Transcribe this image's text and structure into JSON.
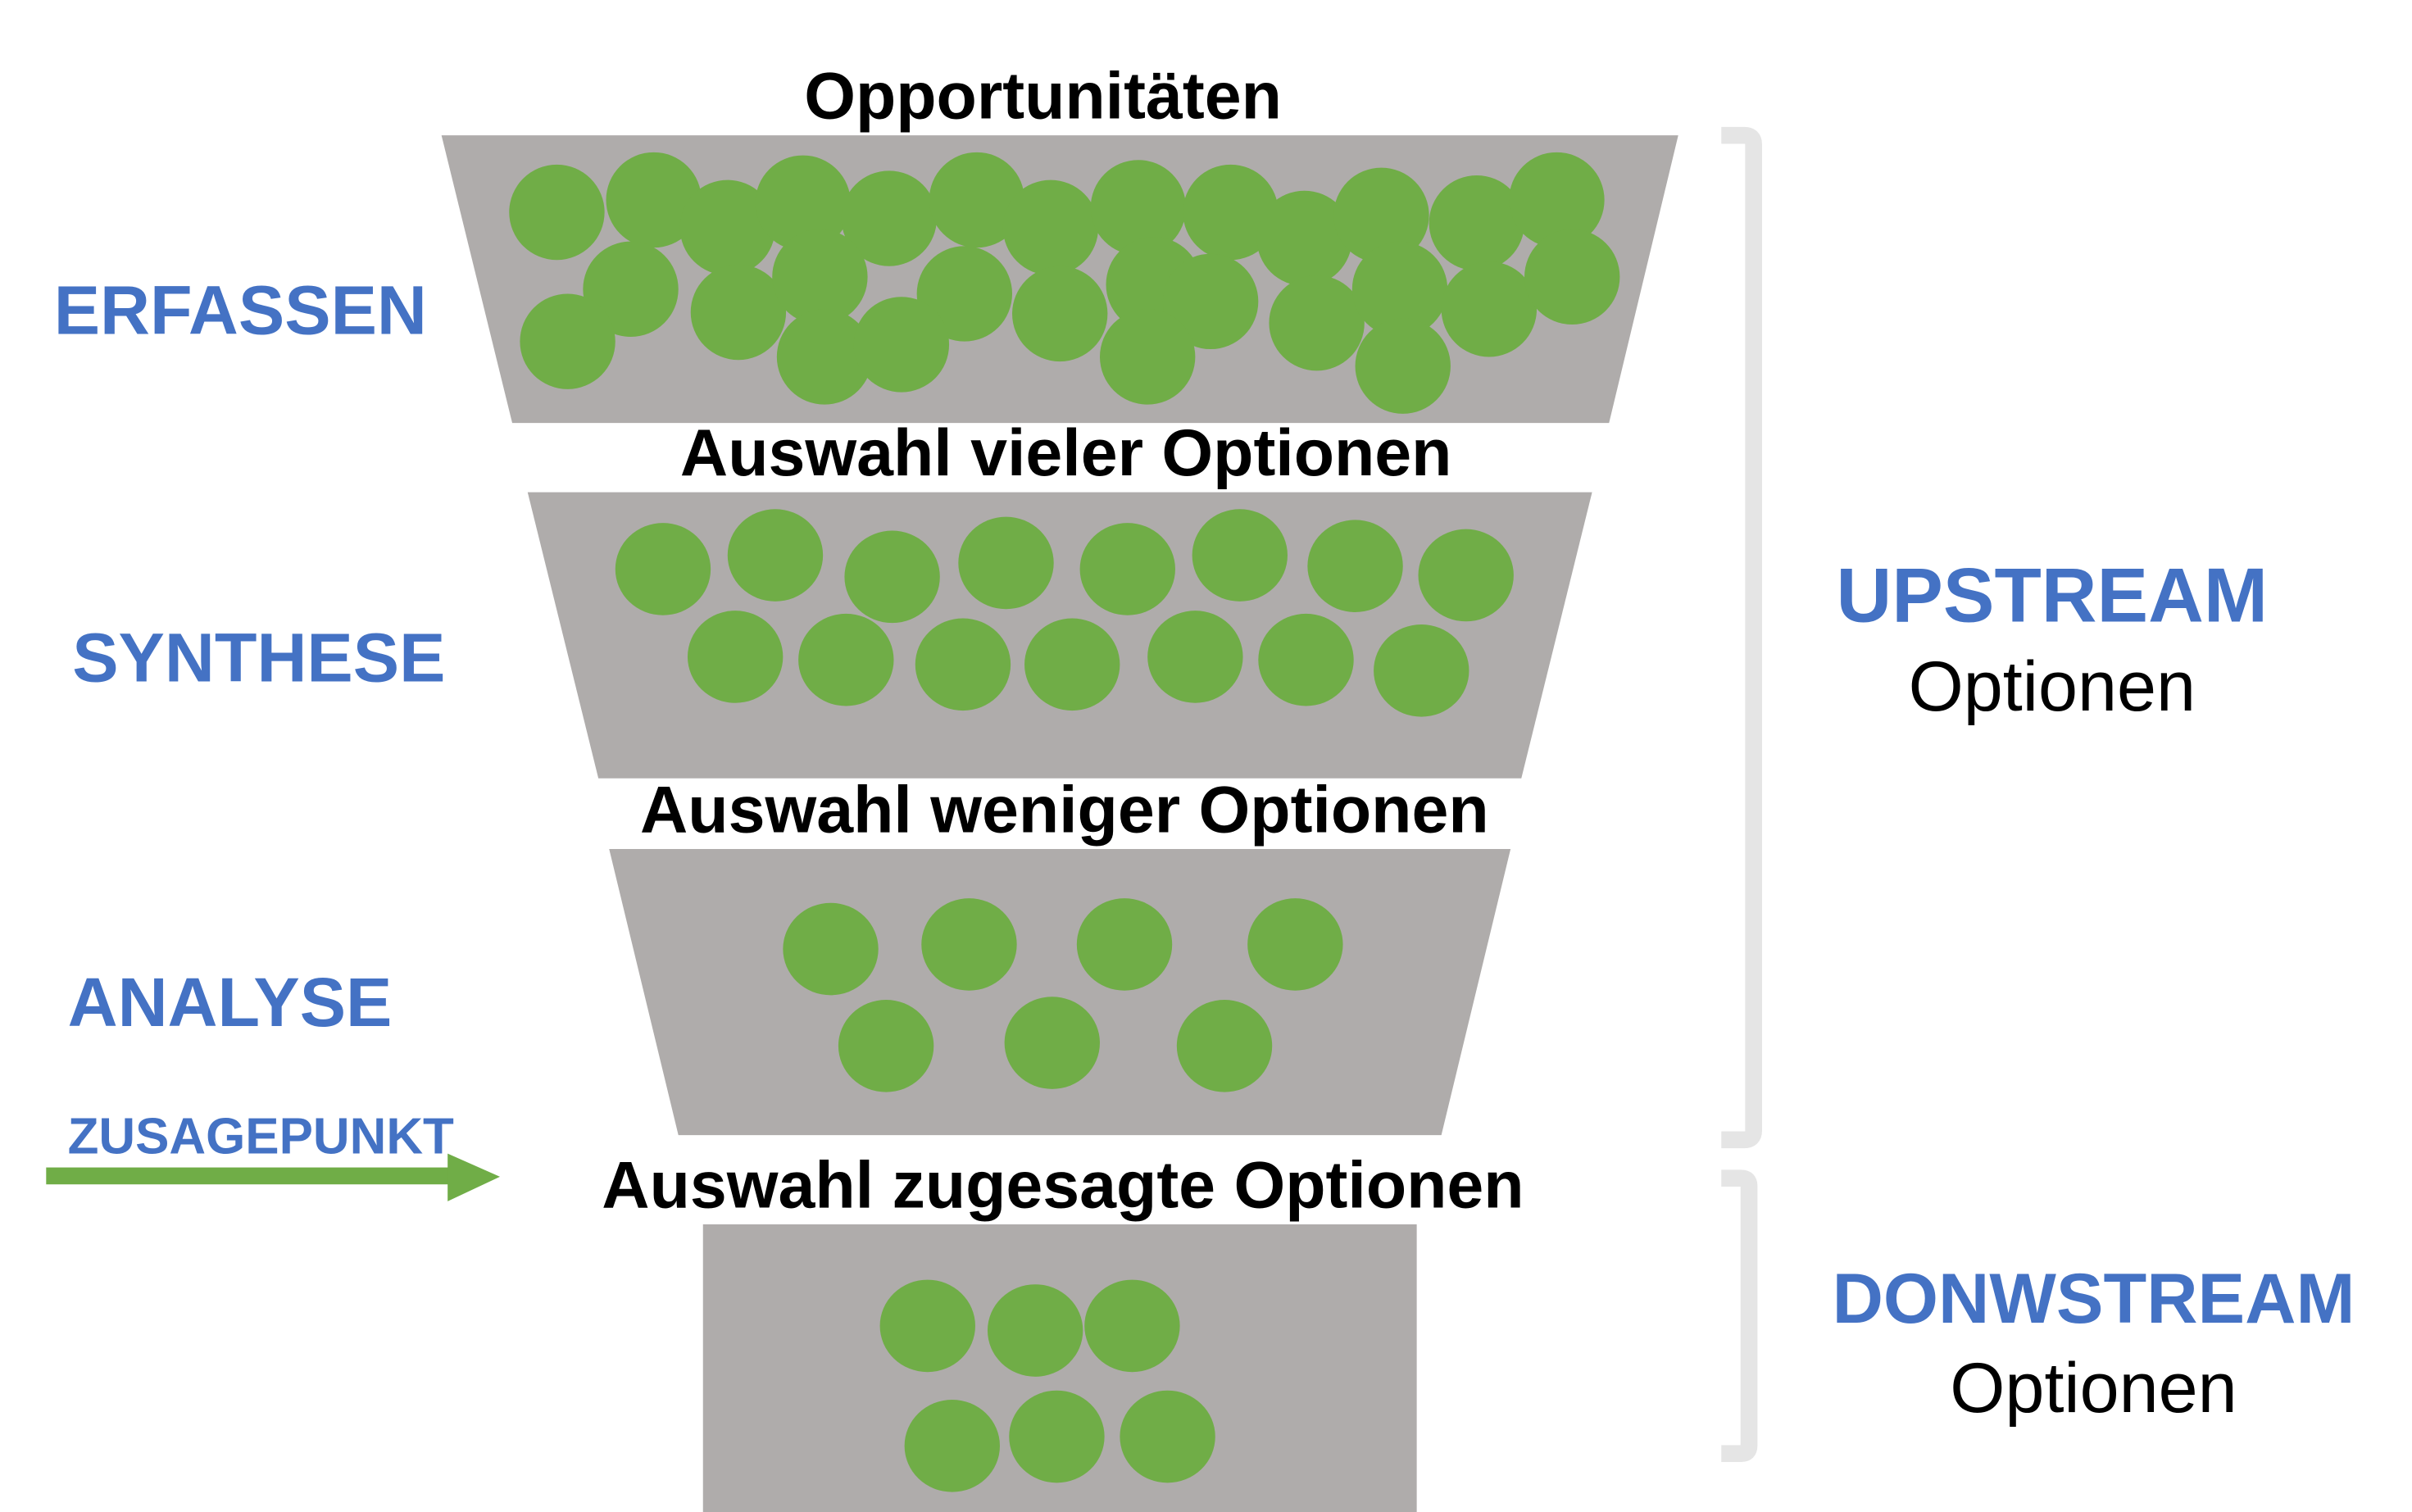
{
  "colors": {
    "phase_blue": "#4472c4",
    "funnel_gray": "#afacab",
    "option_green": "#70ad47",
    "bracket_gray": "#e5e5e5",
    "text_black": "#000000"
  },
  "stages": [
    {
      "heading": "Opportunitäten",
      "option_count": 29
    },
    {
      "heading": "Auswahl vieler Optionen",
      "option_count": 15
    },
    {
      "heading": "Auswahl weniger Optionen",
      "option_count": 7
    },
    {
      "heading": "Auswahl zugesagte Optionen",
      "option_count": 6
    }
  ],
  "phases": [
    {
      "label": "ERFASSEN"
    },
    {
      "label": "SYNTHESE"
    },
    {
      "label": "ANALYSE"
    }
  ],
  "commitment_point": {
    "label": "ZUSAGEPUNKT",
    "icon": "arrow-right-icon"
  },
  "streams": {
    "upstream": {
      "title": "UPSTREAM",
      "subtitle": "Optionen"
    },
    "downstream": {
      "title": "DONWSTREAM",
      "subtitle": "Optionen"
    }
  }
}
